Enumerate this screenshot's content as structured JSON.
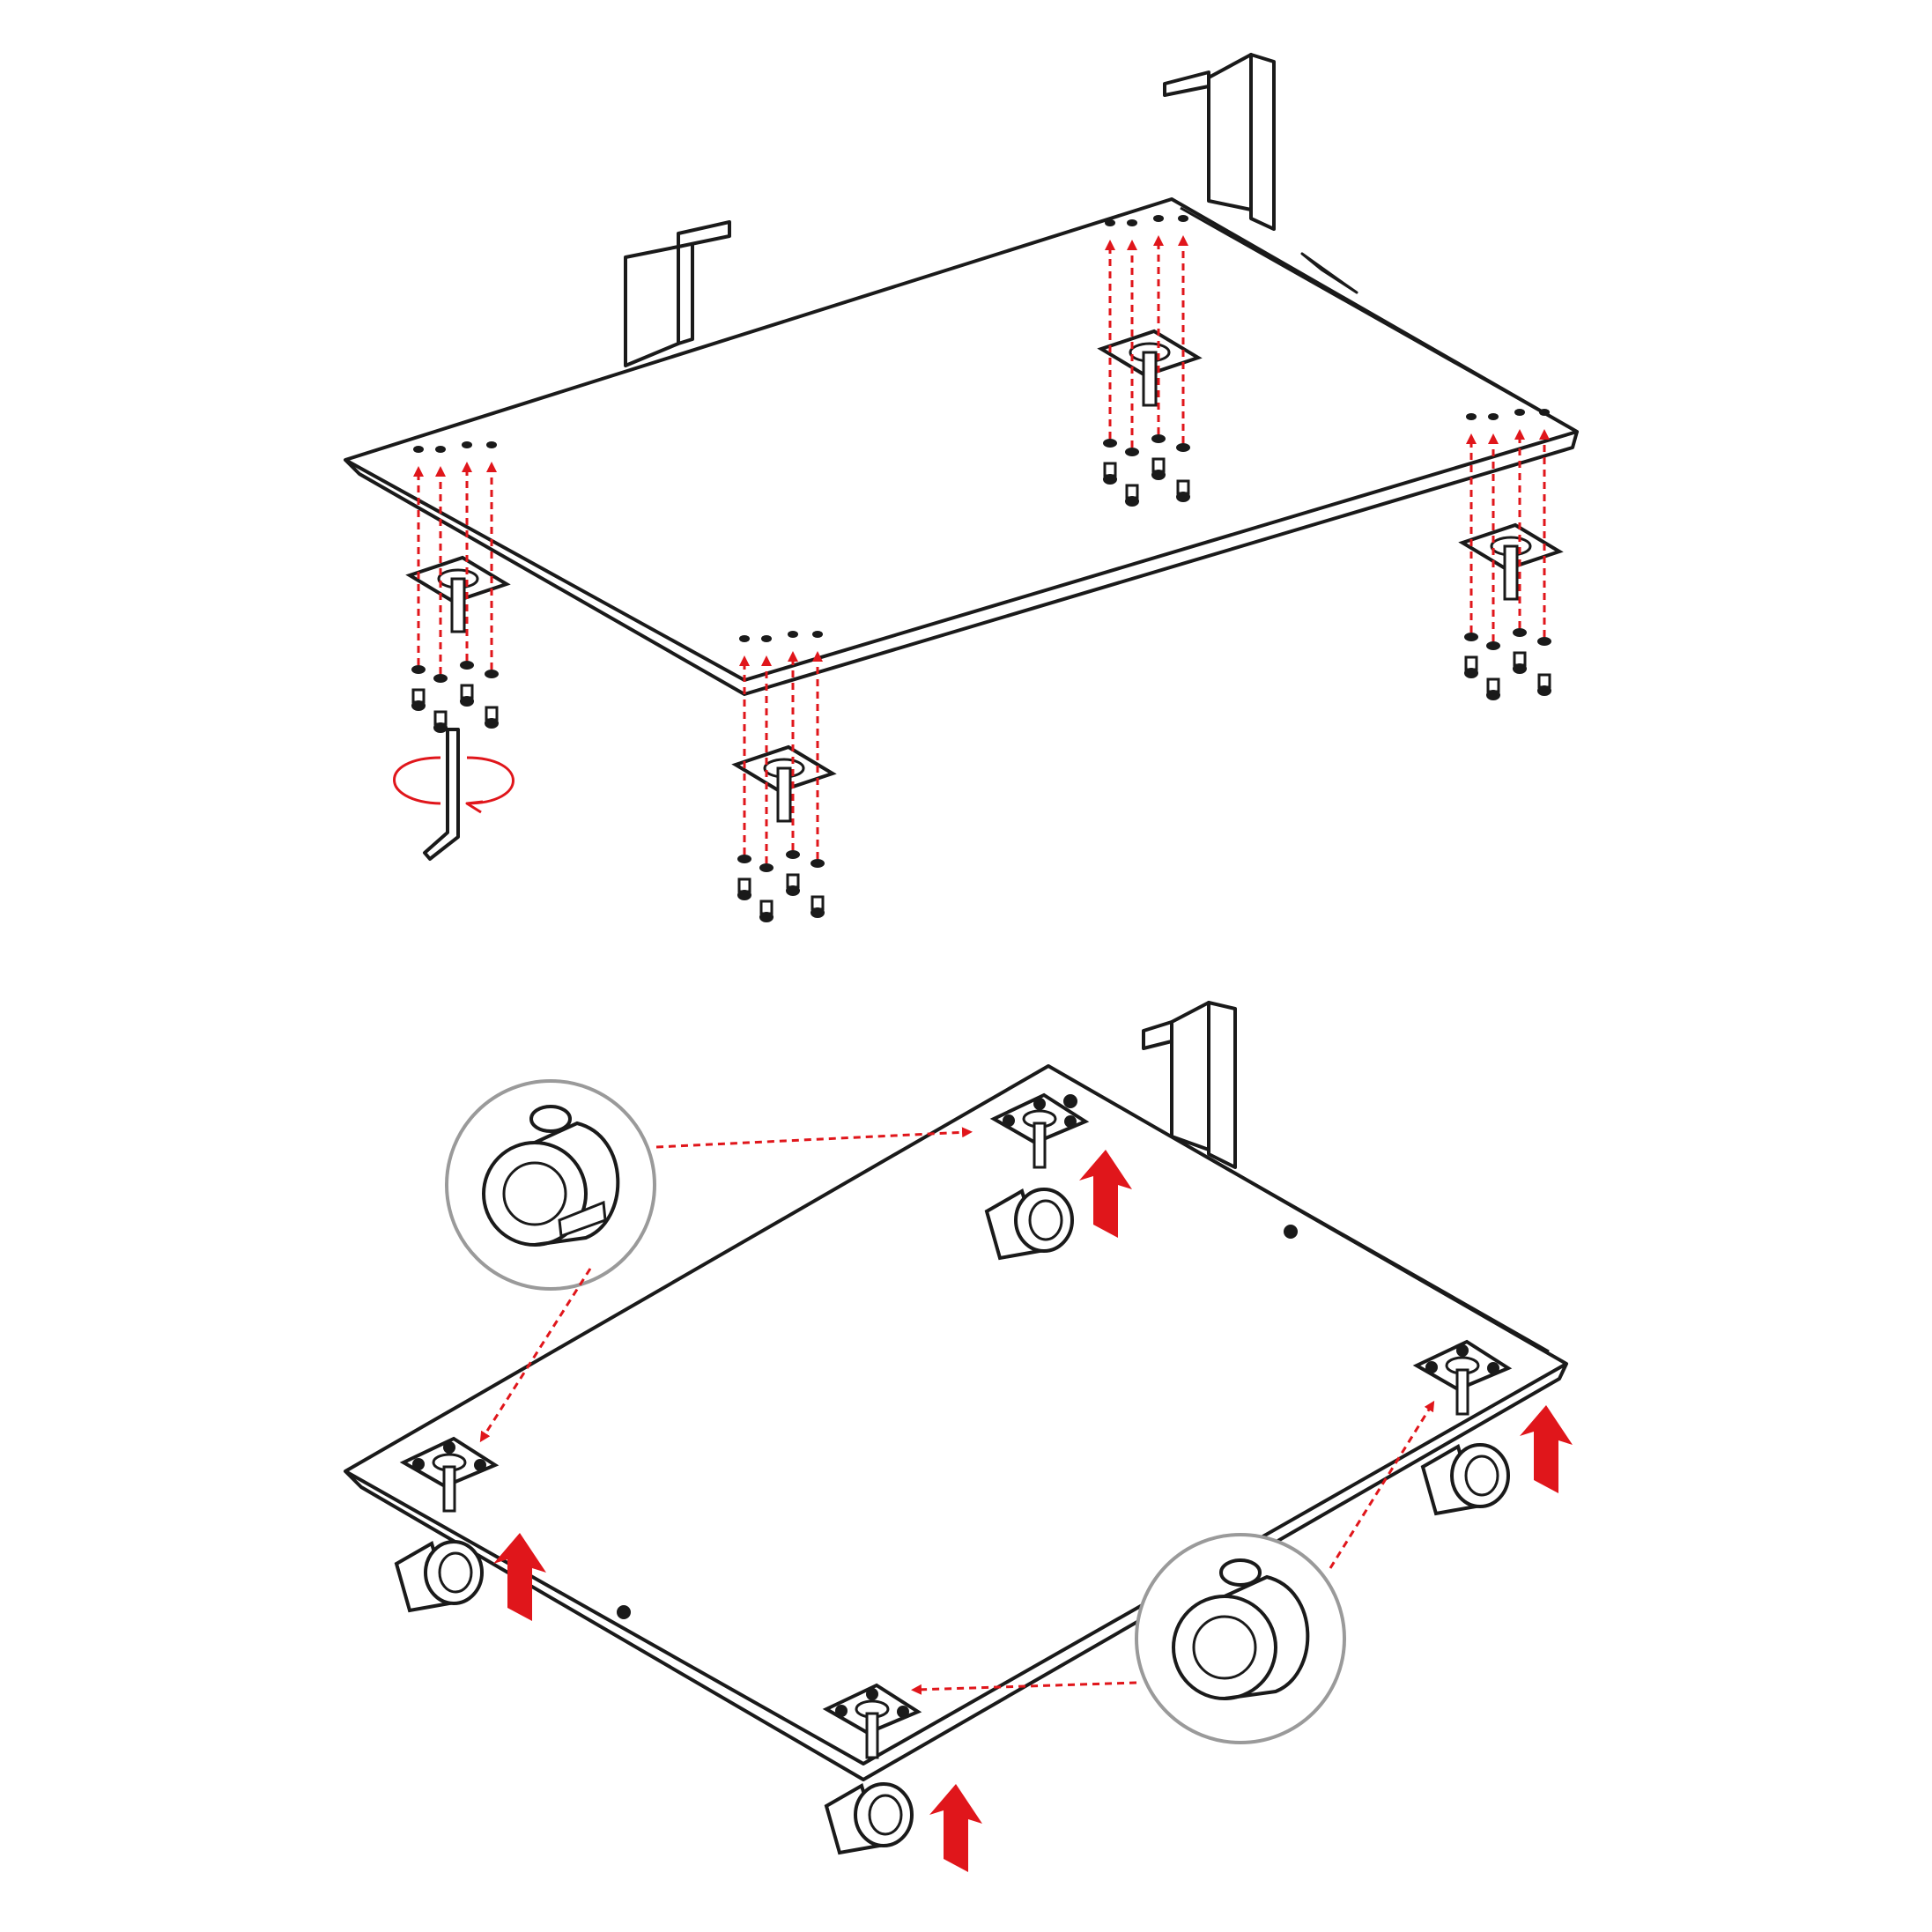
{
  "figure": {
    "steps": [
      {
        "id": "mount-plates",
        "fasteners_per_plate": 4,
        "plates": 4
      },
      {
        "id": "insert-casters",
        "casters": 4,
        "lock_casters": 2,
        "free_casters": 2
      }
    ]
  },
  "colors": {
    "ink": "#1a1a1a",
    "accent": "#e0161b",
    "callout_ring": "#9a9a9a",
    "fill": "#ffffff"
  },
  "icons": {
    "tool": "hex-key-icon",
    "rotation": "rotate-arrow-icon",
    "lift": "up-arrow-icon",
    "caster_lock": "locking-caster-icon",
    "caster_free": "free-caster-icon"
  }
}
